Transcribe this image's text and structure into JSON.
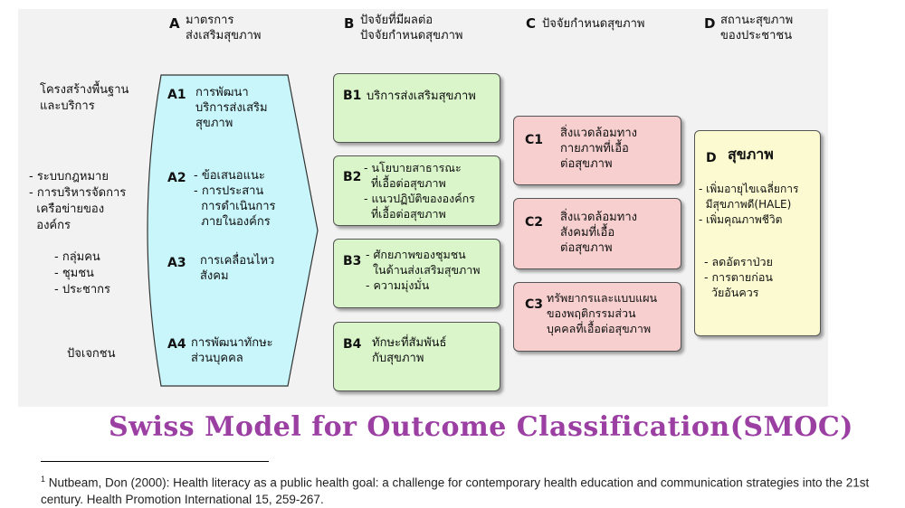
{
  "headers": {
    "a_letter": "A",
    "a_text": "มาตรการ\nส่งเสริมสุขภาพ",
    "b_letter": "B",
    "b_text": "ปัจจัยที่มีผลต่อ\nปัจจัยกำหนดสุขภาพ",
    "c_letter": "C",
    "c_text": "ปัจจัยกำหนดสุขภาพ",
    "d_letter": "D",
    "d_text": "สถานะสุขภาพ\nของประชาชน"
  },
  "left_labels": [
    "โครงสร้างพื้นฐาน\nและบริการ",
    "- ระบบกฎหมาย\n- การบริหารจัดการ\n  เครือข่ายของ\n  องค์กร",
    "- กลุ่มคน\n- ชุมชน\n- ประชากร",
    "ปัจเจกชน"
  ],
  "column_a": [
    {
      "code": "A1",
      "text": "การพัฒนา\nบริการส่งเสริม\nสุขภาพ"
    },
    {
      "code": "A2",
      "text": "- ข้อเสนอแนะ\n- การประสาน\n  การดำเนินการ\n  ภายในองค์กร"
    },
    {
      "code": "A3",
      "text": "การเคลื่อนไหว\nสังคม"
    },
    {
      "code": "A4",
      "text": "การพัฒนาทักษะ\nส่วนบุคคล"
    }
  ],
  "column_b": [
    {
      "code": "B1",
      "text": "บริการส่งเสริมสุขภาพ"
    },
    {
      "code": "B2",
      "text": "- นโยบายสาธารณะ\n  ที่เอื้อต่อสุขภาพ\n- แนวปฏิบัติขององค์กร\n  ที่เอื้อต่อสุขภาพ"
    },
    {
      "code": "B3",
      "text": "- ศักยภาพของชุมชน\n  ในด้านส่งเสริมสุขภาพ\n- ความมุ่งมั่น"
    },
    {
      "code": "B4",
      "text": "ทักษะที่สัมพันธ์\nกับสุขภาพ"
    }
  ],
  "column_c": [
    {
      "code": "C1",
      "text": "สิ่งแวดล้อมทาง\nกายภาพที่เอื้อ\nต่อสุขภาพ"
    },
    {
      "code": "C2",
      "text": "สิ่งแวดล้อมทาง\nสังคมที่เอื้อ\nต่อสุขภาพ"
    },
    {
      "code": "C3",
      "text": "ทรัพยากรและแบบแผน\nของพฤติกรรมส่วน\nบุคคลที่เอื้อต่อสุขภาพ"
    }
  ],
  "column_d": {
    "code": "D",
    "heading": "สุขภาพ",
    "text1": "- เพิ่มอายุไขเฉลี่ยการ\n  มีสุขภาพดี(HALE)\n- เพิ่มคุณภาพชีวิต",
    "text2": "- ลดอัตราป่วย\n- การตายก่อน\n  วัยอันควร"
  },
  "title": "Swiss Model for Outcome Classification(SMOC)",
  "footnote": {
    "marker": "1",
    "text": " Nutbeam, Don (2000): Health literacy as a public health goal: a challenge for contemporary  health education and communication strategies into the 21st century. Health Promotion International 15, 259-267."
  },
  "colors": {
    "a_fill": "#c8f6fb",
    "green": "#d9f5c9",
    "pink": "#f7cfcf",
    "yellow": "#fbfad0",
    "title": "#9b3fa3"
  }
}
